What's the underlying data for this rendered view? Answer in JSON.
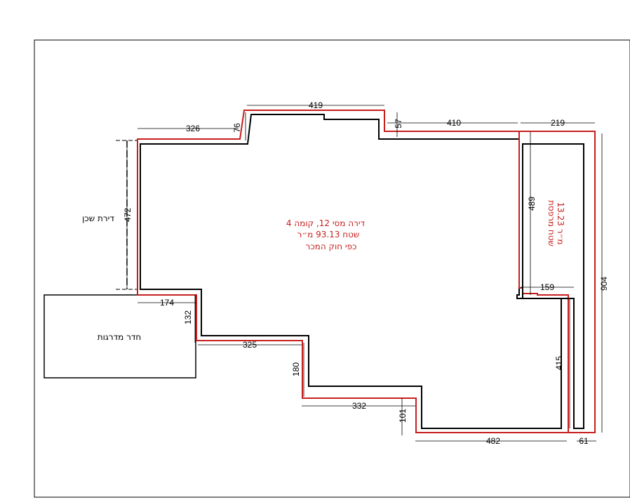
{
  "colors": {
    "wall": "#000000",
    "boundary": "#c81e1e",
    "background": "#ffffff"
  },
  "labels": {
    "apartment_line1": "דירה מסי 12, קומה 4",
    "apartment_line2": "שטח    93.13   מ״ר",
    "apartment_line3": "כפי חוק המכר",
    "neighbor": "דירת שכן",
    "stairwell": "חדר מדרגות",
    "balcony_line1": "שטח מרפסת",
    "balcony_line2": "13.23 מ״ר"
  },
  "dimensions": {
    "top_419": "419",
    "top_326": "326",
    "step_76": "76",
    "step_57": "57",
    "top_410": "410",
    "top_219": "219",
    "left_472": "472",
    "mid_174": "174",
    "mid_132": "132",
    "mid_325": "325",
    "mid_180": "180",
    "bottom_332": "332",
    "bottom_101": "101",
    "bottom_482": "482",
    "bottom_61": "61",
    "right_489": "489",
    "right_159": "159",
    "right_415": "415",
    "right_904": "904"
  }
}
